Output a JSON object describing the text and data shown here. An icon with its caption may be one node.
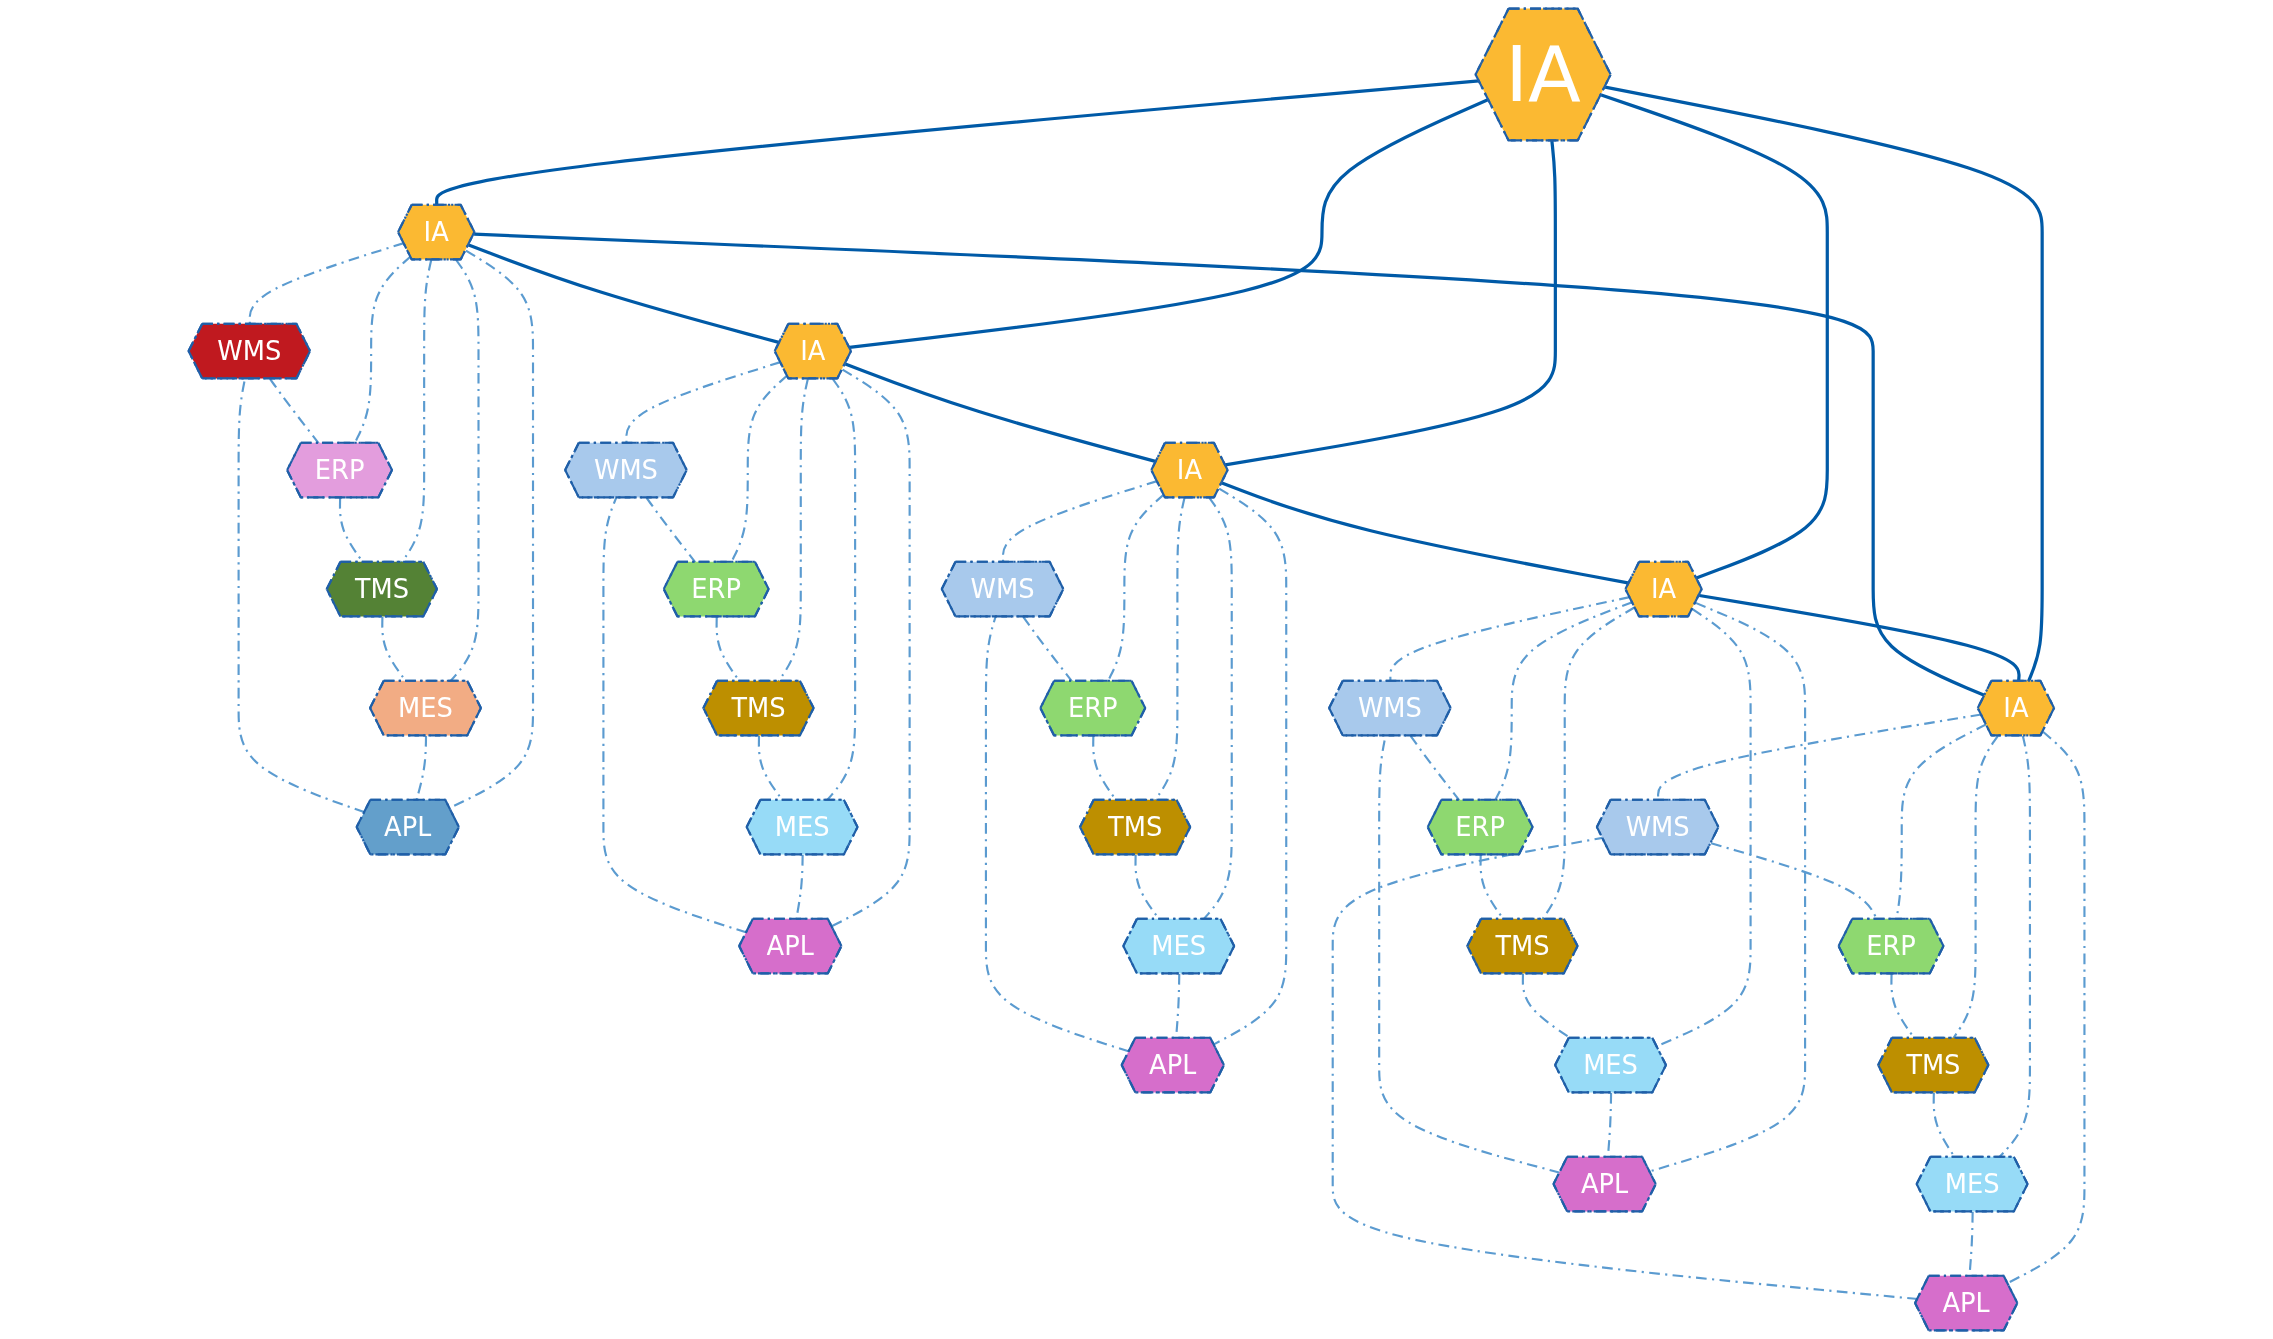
{
  "diagram": {
    "nodes": [
      {
        "text": [
          "WMS"
        ]
      },
      {
        "text": [
          "ERP"
        ]
      },
      {
        "text": [
          "IA"
        ]
      },
      {
        "text": [
          "APL"
        ]
      },
      {
        "text": [
          "TMS"
        ]
      },
      {
        "text": [
          "MES"
        ]
      },
      {
        "text": [
          "WMS"
        ]
      },
      {
        "text": [
          "ERP"
        ]
      },
      {
        "text": [
          "IA"
        ]
      },
      {
        "text": [
          "APL"
        ]
      },
      {
        "text": [
          "TMS"
        ]
      },
      {
        "text": [
          "MES"
        ]
      },
      {
        "text": [
          "IA"
        ]
      },
      {
        "text": [
          "WMS"
        ]
      },
      {
        "text": [
          "ERP"
        ]
      },
      {
        "text": [
          "IA"
        ]
      },
      {
        "text": [
          "APL"
        ]
      },
      {
        "text": [
          "TMS"
        ]
      },
      {
        "text": [
          "MES"
        ]
      },
      {
        "text": [
          "WMS"
        ]
      },
      {
        "text": [
          "ERP"
        ]
      },
      {
        "text": [
          "IA"
        ]
      },
      {
        "text": [
          "APL"
        ]
      },
      {
        "text": [
          "TMS"
        ]
      },
      {
        "text": [
          "MES"
        ]
      },
      {
        "text": [
          "WMS"
        ]
      },
      {
        "text": [
          "ERP"
        ]
      },
      {
        "text": [
          "IA"
        ]
      },
      {
        "text": [
          "APL"
        ]
      },
      {
        "text": [
          "TMS"
        ]
      },
      {
        "text": [
          "MES"
        ]
      }
    ],
    "edges": [
      {
        "from": 12,
        "to": 2,
        "arrow": "none",
        "color": "#005aa7"
      },
      {
        "from": 12,
        "to": 8,
        "arrow": "none",
        "color": "#005aa7"
      },
      {
        "from": 12,
        "to": 15,
        "arrow": "none",
        "color": "#005aa7"
      },
      {
        "from": 12,
        "to": 21,
        "arrow": "none",
        "color": "#005aa7"
      },
      {
        "from": 12,
        "to": 27,
        "arrow": "none",
        "color": "#005aa7"
      },
      {
        "from": 2,
        "to": 8,
        "arrow": "none",
        "color": "#005aa7"
      },
      {
        "from": 8,
        "to": 15,
        "arrow": "none",
        "color": "#005aa7"
      },
      {
        "from": 15,
        "to": 27,
        "arrow": "none",
        "color": "#005aa7"
      },
      {
        "from": 27,
        "to": 21,
        "arrow": "none",
        "color": "#005aa7"
      },
      {
        "from": 21,
        "to": 2,
        "arrow": "none",
        "color": "#005aa7"
      },
      {
        "from": 2,
        "to": 0,
        "arrow": "none",
        "style": "dashed"
      },
      {
        "from": 2,
        "to": 1,
        "arrow": "none",
        "style": "dashed"
      },
      {
        "from": 2,
        "to": 3,
        "arrow": "none",
        "style": "dashed"
      },
      {
        "from": 2,
        "to": 4,
        "arrow": "none",
        "style": "dashed"
      },
      {
        "from": 2,
        "to": 5,
        "arrow": "none",
        "style": "dashed"
      },
      {
        "from": 0,
        "to": 1,
        "arrow": "none",
        "style": "dashed"
      },
      {
        "from": 1,
        "to": 4,
        "arrow": "none",
        "style": "dashed"
      },
      {
        "from": 4,
        "to": 5,
        "arrow": "none",
        "style": "dashed"
      },
      {
        "from": 5,
        "to": 3,
        "arrow": "none",
        "style": "dashed"
      },
      {
        "from": 3,
        "to": 0,
        "arrow": "none",
        "style": "dashed"
      },
      {
        "from": 8,
        "to": 6,
        "arrow": "none",
        "style": "dashed"
      },
      {
        "from": 8,
        "to": 7,
        "arrow": "none",
        "style": "dashed"
      },
      {
        "from": 8,
        "to": 9,
        "arrow": "none",
        "style": "dashed"
      },
      {
        "from": 8,
        "to": 10,
        "arrow": "none",
        "style": "dashed"
      },
      {
        "from": 8,
        "to": 11,
        "arrow": "none",
        "style": "dashed"
      },
      {
        "from": 6,
        "to": 7,
        "arrow": "none",
        "style": "dashed"
      },
      {
        "from": 7,
        "to": 10,
        "arrow": "none",
        "style": "dashed"
      },
      {
        "from": 10,
        "to": 11,
        "arrow": "none",
        "style": "dashed"
      },
      {
        "from": 11,
        "to": 9,
        "arrow": "none",
        "style": "dashed"
      },
      {
        "from": 9,
        "to": 6,
        "arrow": "none",
        "style": "dashed"
      },
      {
        "from": 15,
        "to": 13,
        "arrow": "none",
        "style": "dashed"
      },
      {
        "from": 15,
        "to": 14,
        "arrow": "none",
        "style": "dashed"
      },
      {
        "from": 15,
        "to": 16,
        "arrow": "none",
        "style": "dashed"
      },
      {
        "from": 15,
        "to": 17,
        "arrow": "none",
        "style": "dashed"
      },
      {
        "from": 15,
        "to": 18,
        "arrow": "none",
        "style": "dashed"
      },
      {
        "from": 13,
        "to": 14,
        "arrow": "none",
        "style": "dashed"
      },
      {
        "from": 14,
        "to": 17,
        "arrow": "none",
        "style": "dashed"
      },
      {
        "from": 17,
        "to": 18,
        "arrow": "none",
        "style": "dashed"
      },
      {
        "from": 18,
        "to": 16,
        "arrow": "none",
        "style": "dashed"
      },
      {
        "from": 16,
        "to": 13,
        "arrow": "none",
        "style": "dashed"
      },
      {
        "from": 21,
        "to": 19,
        "arrow": "none",
        "style": "dashed"
      },
      {
        "from": 21,
        "to": 20,
        "arrow": "none",
        "style": "dashed"
      },
      {
        "from": 21,
        "to": 22,
        "arrow": "none",
        "style": "dashed"
      },
      {
        "from": 21,
        "to": 23,
        "arrow": "none",
        "style": "dashed"
      },
      {
        "from": 21,
        "to": 24,
        "arrow": "none",
        "style": "dashed"
      },
      {
        "from": 19,
        "to": 20,
        "arrow": "none",
        "style": "dashed"
      },
      {
        "from": 20,
        "to": 23,
        "arrow": "none",
        "style": "dashed"
      },
      {
        "from": 23,
        "to": 24,
        "arrow": "none",
        "style": "dashed"
      },
      {
        "from": 24,
        "to": 22,
        "arrow": "none",
        "style": "dashed"
      },
      {
        "from": 22,
        "to": 19,
        "arrow": "none",
        "style": "dashed"
      },
      {
        "from": 27,
        "to": 25,
        "arrow": "none",
        "style": "dashed"
      },
      {
        "from": 27,
        "to": 26,
        "arrow": "none",
        "style": "dashed"
      },
      {
        "from": 27,
        "to": 28,
        "arrow": "none",
        "style": "dashed"
      },
      {
        "from": 27,
        "to": 29,
        "arrow": "none",
        "style": "dashed"
      },
      {
        "from": 27,
        "to": 30,
        "arrow": "none",
        "style": "dashed"
      },
      {
        "from": 25,
        "to": 26,
        "arrow": "none",
        "style": "dashed"
      },
      {
        "from": 26,
        "to": 29,
        "arrow": "none",
        "style": "dashed"
      },
      {
        "from": 29,
        "to": 30,
        "arrow": "none",
        "style": "dashed"
      },
      {
        "from": 30,
        "to": 28,
        "arrow": "none",
        "style": "dashed"
      },
      {
        "from": 28,
        "to": 25,
        "arrow": "none",
        "style": "dashed"
      }
    ]
  }
}
